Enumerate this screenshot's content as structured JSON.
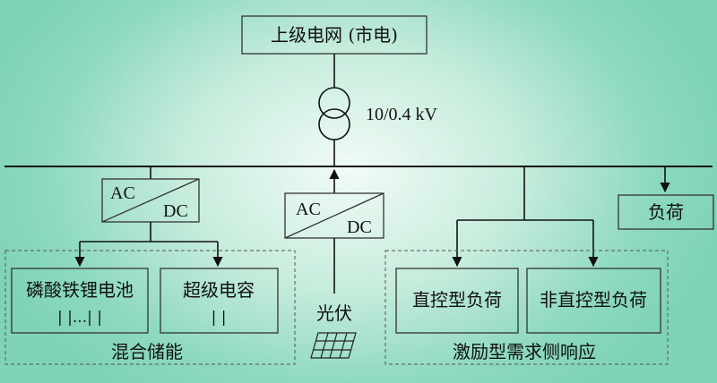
{
  "grid": {
    "label": "上级电网 (市电)"
  },
  "transformer": {
    "label": "10/0.4 kV"
  },
  "converters": {
    "storage": {
      "ac": "AC",
      "dc": "DC"
    },
    "pv": {
      "ac": "AC",
      "dc": "DC"
    }
  },
  "storage": {
    "battery_label": "磷酸铁锂电池",
    "battery_symbol": "| |...| |",
    "supercap_label": "超级电容",
    "supercap_symbol": "| |",
    "group_label": "混合储能"
  },
  "pv": {
    "label": "光伏"
  },
  "load": {
    "label": "负荷"
  },
  "demand_response": {
    "controllable_label": "直控型负荷",
    "noncontrollable_label": "非直控型负荷",
    "group_label": "激励型需求侧响应"
  }
}
